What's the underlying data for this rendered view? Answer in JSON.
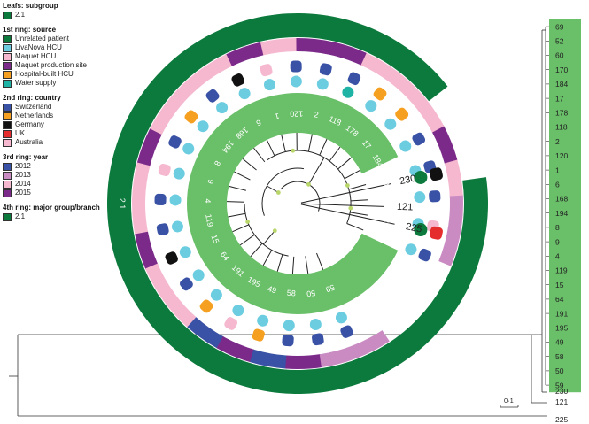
{
  "legend": {
    "sections": [
      {
        "title": "Leafs: subgroup",
        "items": [
          {
            "label": "2.1",
            "color": "#0b7a3c"
          }
        ]
      },
      {
        "title": "1st ring: source",
        "items": [
          {
            "label": "Unrelated patient",
            "color": "#0b7a3c"
          },
          {
            "label": "LivaNova HCU",
            "color": "#6ccde0"
          },
          {
            "label": "Maquet HCU",
            "color": "#f5b8cf"
          },
          {
            "label": "Maquet production site",
            "color": "#7b2a8a"
          },
          {
            "label": "Hospital-built HCU",
            "color": "#f5a020"
          },
          {
            "label": "Water supply",
            "color": "#1fb3a6"
          }
        ]
      },
      {
        "title": "2nd ring: country",
        "items": [
          {
            "label": "Switzerland",
            "color": "#3a52a5"
          },
          {
            "label": "Netherlands",
            "color": "#f5a020"
          },
          {
            "label": "Germany",
            "color": "#111111"
          },
          {
            "label": "UK",
            "color": "#e52d2d"
          },
          {
            "label": "Australia",
            "color": "#f5b8cf"
          }
        ]
      },
      {
        "title": "3rd ring: year",
        "items": [
          {
            "label": "2012",
            "color": "#3a52a5"
          },
          {
            "label": "2013",
            "color": "#c98bc2"
          },
          {
            "label": "2014",
            "color": "#f5b8cf"
          },
          {
            "label": "2015",
            "color": "#7b2a8a"
          }
        ]
      },
      {
        "title": "4th ring: major group/branch",
        "items": [
          {
            "label": "2.1",
            "color": "#0b7a3c"
          }
        ]
      }
    ]
  },
  "outer_ring_label": "2.1",
  "tree_labels": [
    "69",
    "52",
    "60",
    "170",
    "184",
    "17",
    "178",
    "118",
    "2",
    "120",
    "1",
    "6",
    "168",
    "194",
    "8",
    "9",
    "4",
    "119",
    "15",
    "64",
    "191",
    "195",
    "49",
    "58",
    "50",
    "59"
  ],
  "outlier_labels": [
    "230",
    "121",
    "225"
  ],
  "scale_label": "0·1",
  "colors": {
    "green": "#0b7a3c",
    "leaf_green": "#6abf69",
    "node": "#b9d66a",
    "switzerland": "#3a52a5",
    "netherlands": "#f5a020",
    "germany": "#111111",
    "uk": "#e52d2d",
    "australia": "#f5b8cf",
    "y2012": "#3a52a5",
    "y2013": "#c98bc2",
    "y2014": "#f5b8cf",
    "y2015": "#7b2a8a",
    "livanova": "#6ccde0",
    "water": "#1fb3a6"
  }
}
